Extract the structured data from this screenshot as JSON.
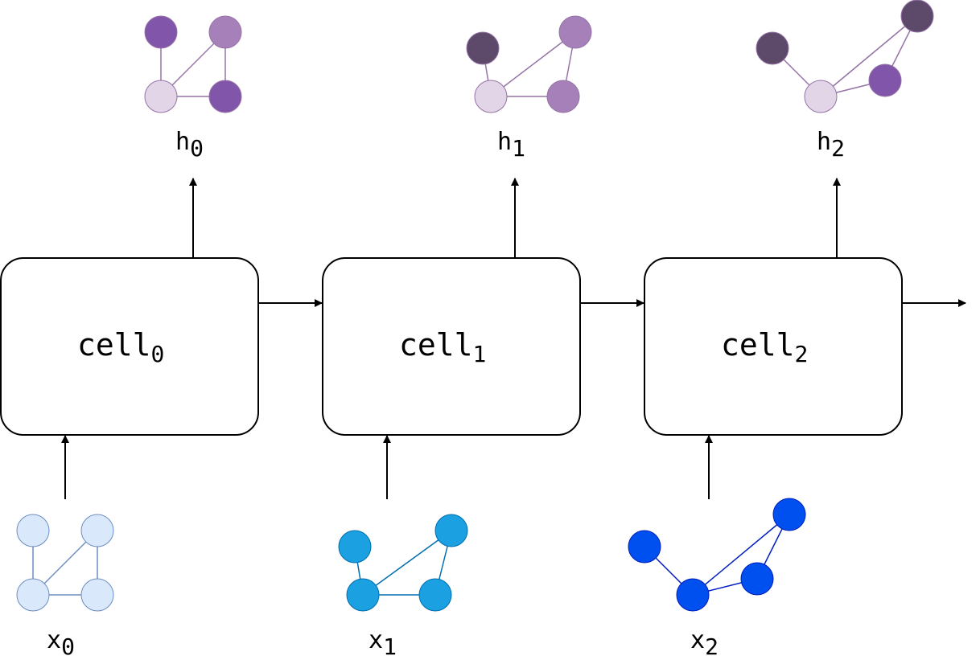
{
  "cells": [
    {
      "name": "cell",
      "sub": "0"
    },
    {
      "name": "cell",
      "sub": "1"
    },
    {
      "name": "cell",
      "sub": "2"
    }
  ],
  "inputs": [
    {
      "name": "x",
      "sub": "0",
      "fill": "#dae8fc",
      "stroke": "#6c8ebf",
      "edge": "#6c8ebf"
    },
    {
      "name": "x",
      "sub": "1",
      "fill": "#1ba1e2",
      "stroke": "#006eaf",
      "edge": "#006eaf"
    },
    {
      "name": "x",
      "sub": "2",
      "fill": "#0050ef",
      "stroke": "#001dbc",
      "edge": "#001dbc"
    }
  ],
  "outputs": [
    {
      "name": "h",
      "sub": "0"
    },
    {
      "name": "h",
      "sub": "1"
    },
    {
      "name": "h",
      "sub": "2"
    }
  ],
  "colors": {
    "purple_light": "#e1d5e7",
    "purple_mid": "#a680b8",
    "purple_dark": "#8155a9",
    "purple_darkest": "#5d4a6b",
    "purple_edge": "#9673a6",
    "box_stroke": "#000000"
  }
}
